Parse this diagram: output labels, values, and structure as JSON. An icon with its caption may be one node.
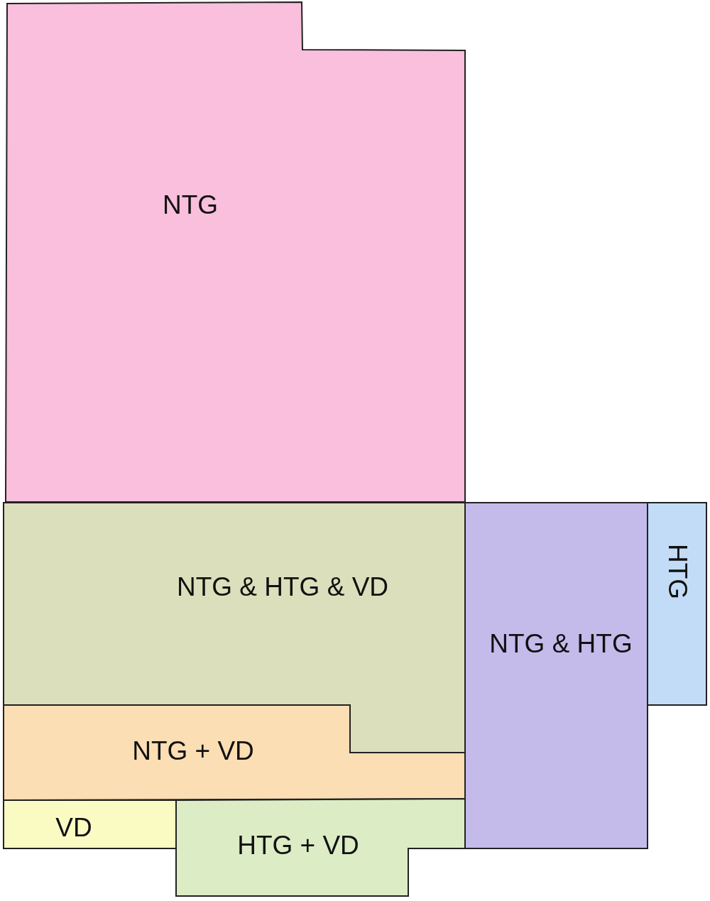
{
  "diagram": {
    "nodes": [
      {
        "text": [
          "NTG"
        ]
      },
      {
        "text": [
          "NTG & HTG & VD"
        ]
      },
      {
        "text": [
          "NTG & HTG"
        ]
      },
      {
        "text": [
          "HTG"
        ]
      },
      {
        "text": [
          "NTG + VD"
        ]
      },
      {
        "text": [
          "VD"
        ]
      },
      {
        "text": [
          "HTG + VD"
        ]
      }
    ]
  }
}
